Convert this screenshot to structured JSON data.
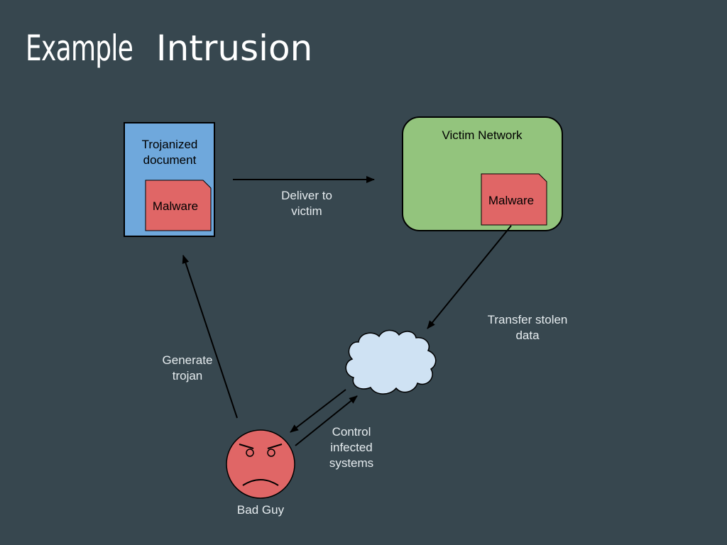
{
  "title": {
    "word1": "Example",
    "word2": "Intrusion"
  },
  "nodes": {
    "document": {
      "line1": "Trojanized",
      "line2": "document",
      "malware": "Malware"
    },
    "victim": {
      "label": "Victim Network",
      "malware": "Malware"
    },
    "bad_guy": {
      "label": "Bad Guy"
    }
  },
  "edges": {
    "deliver": {
      "line1": "Deliver to",
      "line2": "victim"
    },
    "transfer": {
      "line1": "Transfer stolen",
      "line2": "data"
    },
    "generate": {
      "line1": "Generate",
      "line2": "trojan"
    },
    "control": {
      "line1": "Control",
      "line2": "infected",
      "line3": "systems"
    }
  },
  "colors": {
    "background": "#37474f",
    "document_fill": "#6fa8dc",
    "malware_fill": "#e06666",
    "victim_fill": "#93c47d",
    "cloud_fill": "#cfe2f3",
    "bad_guy_fill": "#e06666"
  }
}
